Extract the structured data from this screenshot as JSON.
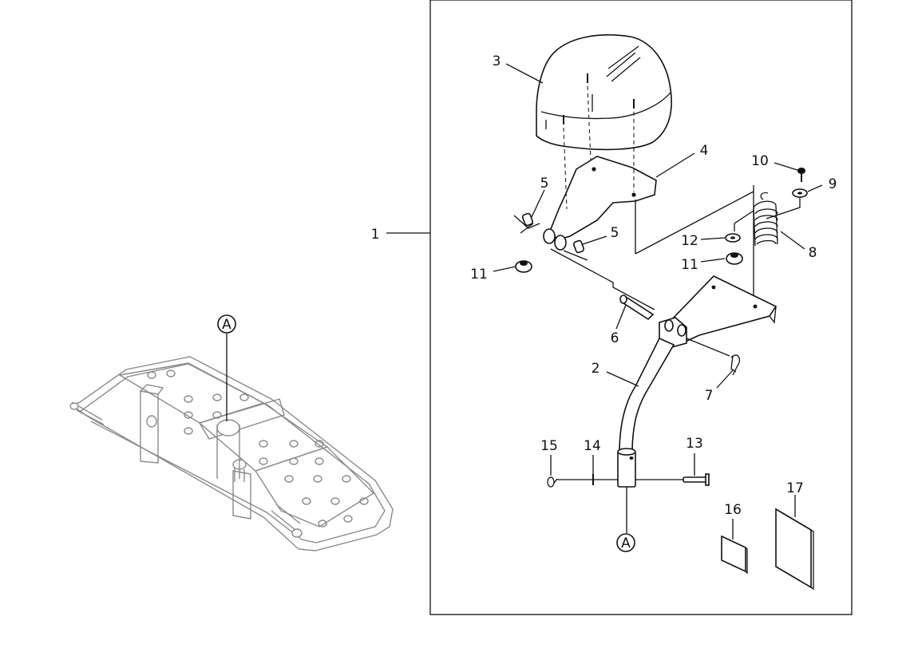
{
  "diagram": {
    "callouts": [
      {
        "id": "c1",
        "text": "1"
      },
      {
        "id": "c2",
        "text": "2"
      },
      {
        "id": "c3",
        "text": "3"
      },
      {
        "id": "c4",
        "text": "4"
      },
      {
        "id": "c5a",
        "text": "5"
      },
      {
        "id": "c5b",
        "text": "5"
      },
      {
        "id": "c6",
        "text": "6"
      },
      {
        "id": "c7",
        "text": "7"
      },
      {
        "id": "c8",
        "text": "8"
      },
      {
        "id": "c9",
        "text": "9"
      },
      {
        "id": "c10",
        "text": "10"
      },
      {
        "id": "c11a",
        "text": "11"
      },
      {
        "id": "c11b",
        "text": "11"
      },
      {
        "id": "c12",
        "text": "12"
      },
      {
        "id": "c13",
        "text": "13"
      },
      {
        "id": "c14",
        "text": "14"
      },
      {
        "id": "c15",
        "text": "15"
      },
      {
        "id": "c16",
        "text": "16"
      },
      {
        "id": "c17",
        "text": "17"
      }
    ],
    "reference_marks": {
      "frame": "A",
      "post": "A"
    },
    "colors": {
      "ink": "#111111",
      "frame_grey": "#8a8a8a",
      "paper": "#ffffff"
    }
  }
}
